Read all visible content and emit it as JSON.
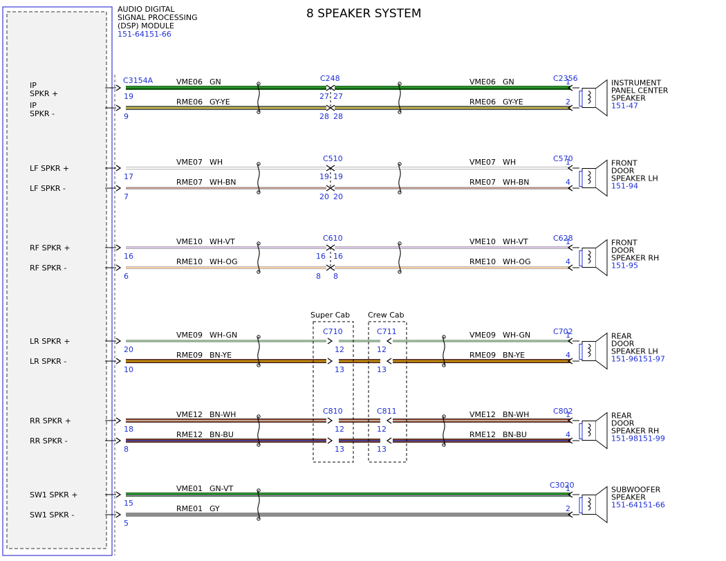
{
  "title": "8 SPEAKER SYSTEM",
  "module": {
    "name_lines": [
      "AUDIO DIGITAL",
      "SIGNAL PROCESSING",
      "(DSP) MODULE"
    ],
    "ref": "151-64151-66",
    "connector": "C3154A"
  },
  "colors": {
    "GN": "#1e7a1e",
    "GN_hi": "#2fa82f",
    "GY": "#8c8c8c",
    "YE": "#c9b400",
    "WH": "#cfcfcf",
    "BN": "#8b3a1a",
    "VT": "#b58ac8",
    "OG": "#f0a040",
    "BU": "#2a3fbf",
    "connector_blue": "#1f2fd6"
  },
  "options": [
    "Super Cab",
    "Crew Cab"
  ],
  "circuits": [
    {
      "pin_labels": [
        "IP",
        "SPKR +",
        "IP",
        "SPKR -"
      ],
      "speaker_lines": [
        "INSTRUMENT",
        "PANEL CENTER",
        "SPEAKER"
      ],
      "speaker_ref": "151-47",
      "speaker_connector": "C2356",
      "inline_connector": "C248",
      "wires": [
        {
          "circuit": "VME06",
          "color_code": "GN",
          "module_pin": "19",
          "inline_pin_in": "27",
          "speaker_pin": "1"
        },
        {
          "circuit": "RME06",
          "color_code": "GY-YE",
          "module_pin": "9",
          "inline_pin_in": "28",
          "speaker_pin": "2"
        }
      ]
    },
    {
      "pin_labels": [
        "LF SPKR +",
        "LF SPKR -"
      ],
      "speaker_lines": [
        "FRONT",
        "DOOR",
        "SPEAKER LH"
      ],
      "speaker_ref": "151-94",
      "speaker_connector": "C570",
      "inline_connector": "C510",
      "wires": [
        {
          "circuit": "VME07",
          "color_code": "WH",
          "module_pin": "17",
          "inline_pin_in": "19",
          "speaker_pin": "1"
        },
        {
          "circuit": "RME07",
          "color_code": "WH-BN",
          "module_pin": "7",
          "inline_pin_in": "20",
          "speaker_pin": "4"
        }
      ]
    },
    {
      "pin_labels": [
        "RF SPKR +",
        "RF SPKR -"
      ],
      "speaker_lines": [
        "FRONT",
        "DOOR",
        "SPEAKER RH"
      ],
      "speaker_ref": "151-95",
      "speaker_connector": "C628",
      "inline_connector": "C610",
      "wires": [
        {
          "circuit": "VME10",
          "color_code": "WH-VT",
          "module_pin": "16",
          "inline_pin_in": "16",
          "speaker_pin": "1"
        },
        {
          "circuit": "RME10",
          "color_code": "WH-OG",
          "module_pin": "6",
          "inline_pin_in": "8",
          "speaker_pin": "4"
        }
      ]
    },
    {
      "pin_labels": [
        "LR SPKR +",
        "LR SPKR -"
      ],
      "speaker_lines": [
        "REAR",
        "DOOR",
        "SPEAKER LH"
      ],
      "speaker_ref": "151-96151-97",
      "speaker_connector": "C702",
      "inline_connector": "C710",
      "inline_connector_2": "C711",
      "wires": [
        {
          "circuit": "VME09",
          "color_code": "WH-GN",
          "module_pin": "20",
          "inline_pin_in": "12",
          "inline_pin_2": "12",
          "speaker_pin": "1"
        },
        {
          "circuit": "RME09",
          "color_code": "BN-YE",
          "module_pin": "10",
          "inline_pin_in": "13",
          "inline_pin_2": "13",
          "speaker_pin": "4"
        }
      ]
    },
    {
      "pin_labels": [
        "RR SPKR +",
        "RR SPKR -"
      ],
      "speaker_lines": [
        "REAR",
        "DOOR",
        "SPEAKER RH"
      ],
      "speaker_ref": "151-98151-99",
      "speaker_connector": "C802",
      "inline_connector": "C810",
      "inline_connector_2": "C811",
      "wires": [
        {
          "circuit": "VME12",
          "color_code": "BN-WH",
          "module_pin": "18",
          "inline_pin_in": "12",
          "inline_pin_2": "12",
          "speaker_pin": "1"
        },
        {
          "circuit": "RME12",
          "color_code": "BN-BU",
          "module_pin": "8",
          "inline_pin_in": "13",
          "inline_pin_2": "13",
          "speaker_pin": "4"
        }
      ]
    },
    {
      "pin_labels": [
        "SW1 SPKR +",
        "SW1 SPKR -"
      ],
      "speaker_lines": [
        "SUBWOOFER",
        "SPEAKER"
      ],
      "speaker_ref": "151-64151-66",
      "speaker_connector": "C3020",
      "wires": [
        {
          "circuit": "VME01",
          "color_code": "GN-VT",
          "module_pin": "15",
          "speaker_pin": "1"
        },
        {
          "circuit": "RME01",
          "color_code": "GY",
          "module_pin": "5",
          "speaker_pin": "2"
        }
      ]
    }
  ]
}
